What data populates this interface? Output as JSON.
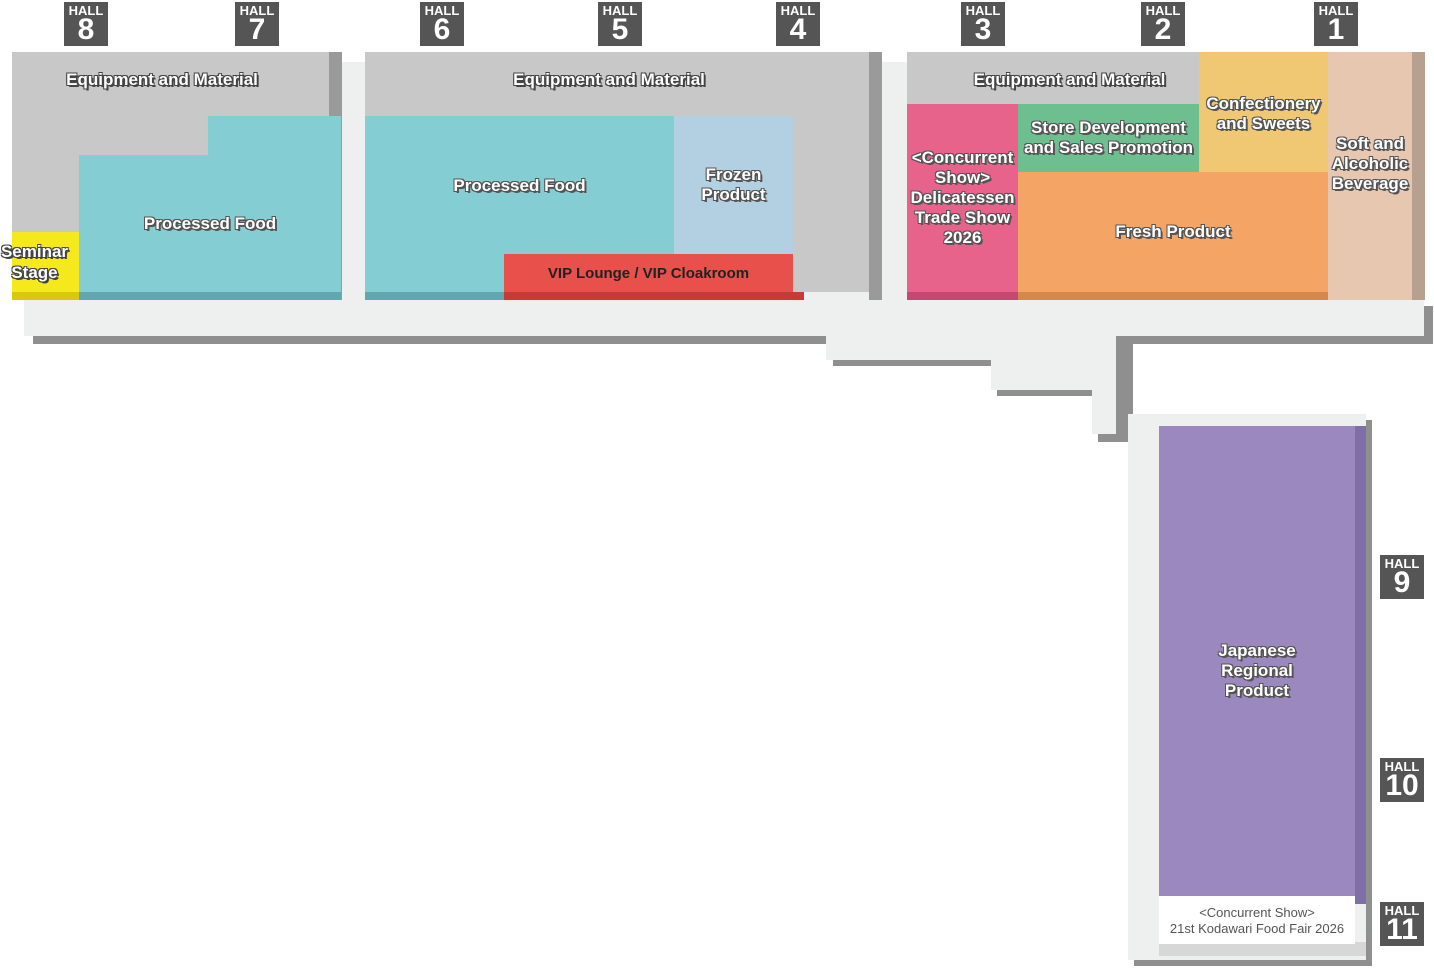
{
  "hall_label": "HALL",
  "halls": {
    "h8": "8",
    "h7": "7",
    "h6": "6",
    "h5": "5",
    "h4": "4",
    "h3": "3",
    "h2": "2",
    "h1": "1",
    "h9": "9",
    "h10": "10",
    "h11": "11"
  },
  "zones": {
    "equipment_west": "Equipment and Material",
    "equipment_center": "Equipment and Material",
    "equipment_east": "Equipment and Material",
    "processed_food_west": "Processed Food",
    "processed_food_center": "Processed Food",
    "seminar_stage": "Seminar Stage",
    "frozen_product": "Frozen Product",
    "vip_lounge": "VIP Lounge / VIP Cloakroom",
    "delicatessen": "<Concurrent Show> Delicatessen Trade Show 2026",
    "store_development": "Store Development and Sales Promotion",
    "confectionery": "Confectionery and Sweets",
    "soft_alcoholic": "Soft and Alcoholic Beverage",
    "fresh_product": "Fresh Product",
    "japanese_regional": "Japanese Regional Product",
    "kodawari_line1": "<Concurrent Show>",
    "kodawari_line2": "21st Kodawari Food Fair 2026"
  },
  "colors": {
    "equipment": "#c8c8c8",
    "processed_food": "#84cdd3",
    "frozen": "#b2d0e1",
    "vip": "#e8504c",
    "seminar": "#f5e81c",
    "delicatessen": "#e8638c",
    "store_development": "#6dbf8f",
    "confectionery": "#f0c874",
    "soft_alcoholic": "#e7c7b0",
    "fresh": "#f4a565",
    "japanese_regional": "#9a88bf",
    "corridor": "#eef0ef",
    "hall_badge": "#555555"
  }
}
